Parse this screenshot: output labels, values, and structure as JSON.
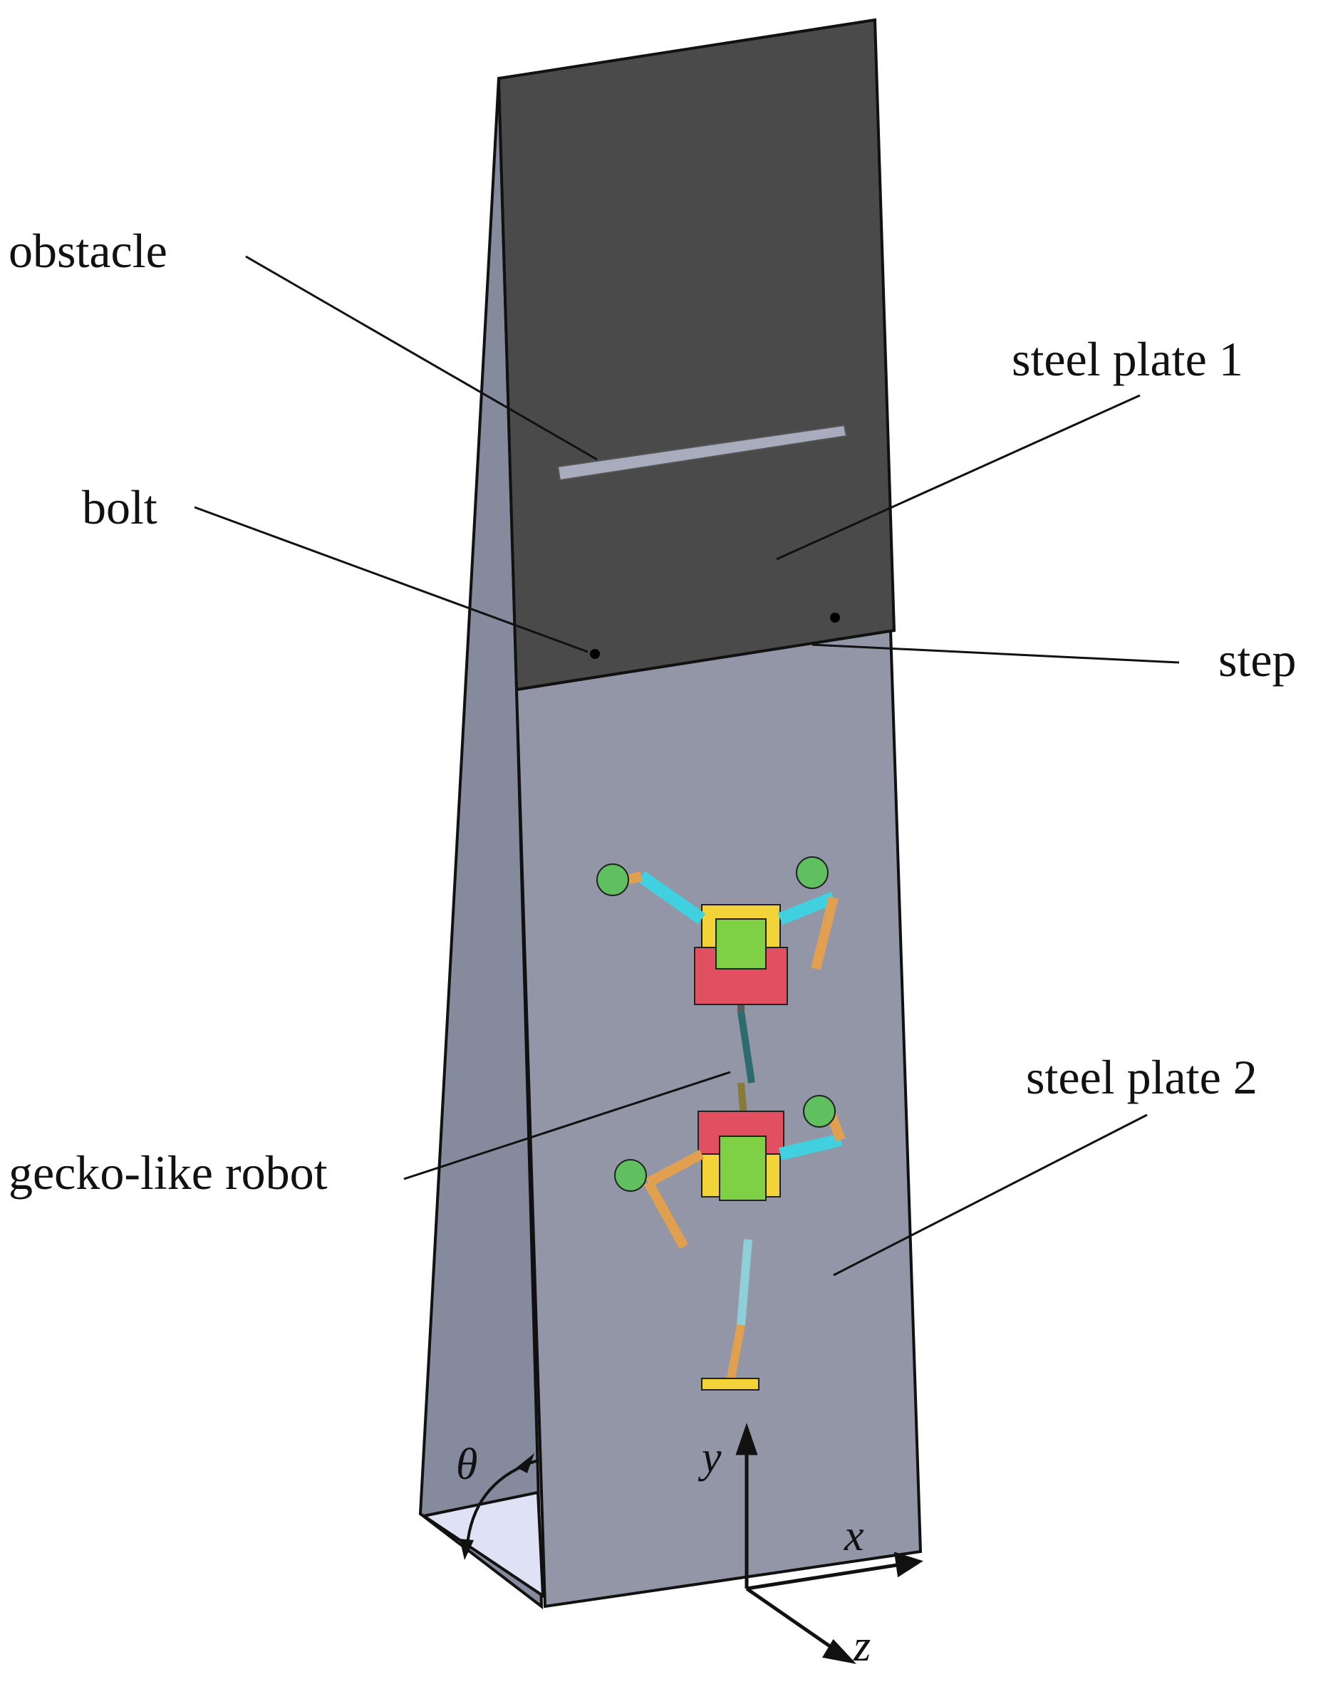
{
  "labels": {
    "obstacle": "obstacle",
    "steel_plate_1": "steel plate 1",
    "bolt": "bolt",
    "step": "step",
    "steel_plate_2": "steel plate 2",
    "gecko_robot": "gecko-like robot"
  },
  "axes": {
    "x": "x",
    "y": "y",
    "z": "z",
    "angle": "θ"
  },
  "colors": {
    "steel_plate_1": "#4a4a4a",
    "steel_plate_2": "#9296a6",
    "back_plate": "#858a9c",
    "floor": "#dfe2f4",
    "obstacle_bar": "#a8acbc"
  }
}
